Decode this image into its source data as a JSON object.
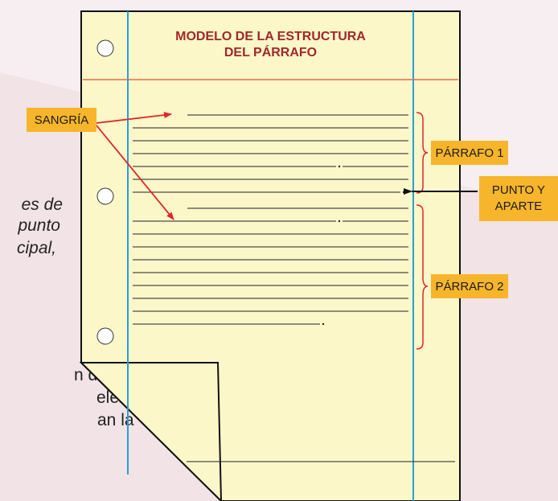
{
  "diagram": {
    "title_line1": "MODELO DE LA ESTRUCTURA",
    "title_line2": "DEL PÁRRAFO",
    "labels": {
      "sangria": "SANGRÍA",
      "parrafo1": "PÁRRAFO 1",
      "parrafo2": "PÁRRAFO 2",
      "punto_line1": "PUNTO Y",
      "punto_line2": "APARTE"
    }
  },
  "background_text": {
    "left_top": [
      "es  de",
      "punto",
      "cipal,"
    ],
    "left_bottom": [
      "n de",
      "elemento",
      "an la"
    ]
  },
  "colors": {
    "page": "#fbf7c9",
    "label_fill": "#f7b52c",
    "title": "#a0282a",
    "margin_blue": "#2a9fd6",
    "header_red": "#e8694d",
    "arrow_red": "#e0262b"
  }
}
